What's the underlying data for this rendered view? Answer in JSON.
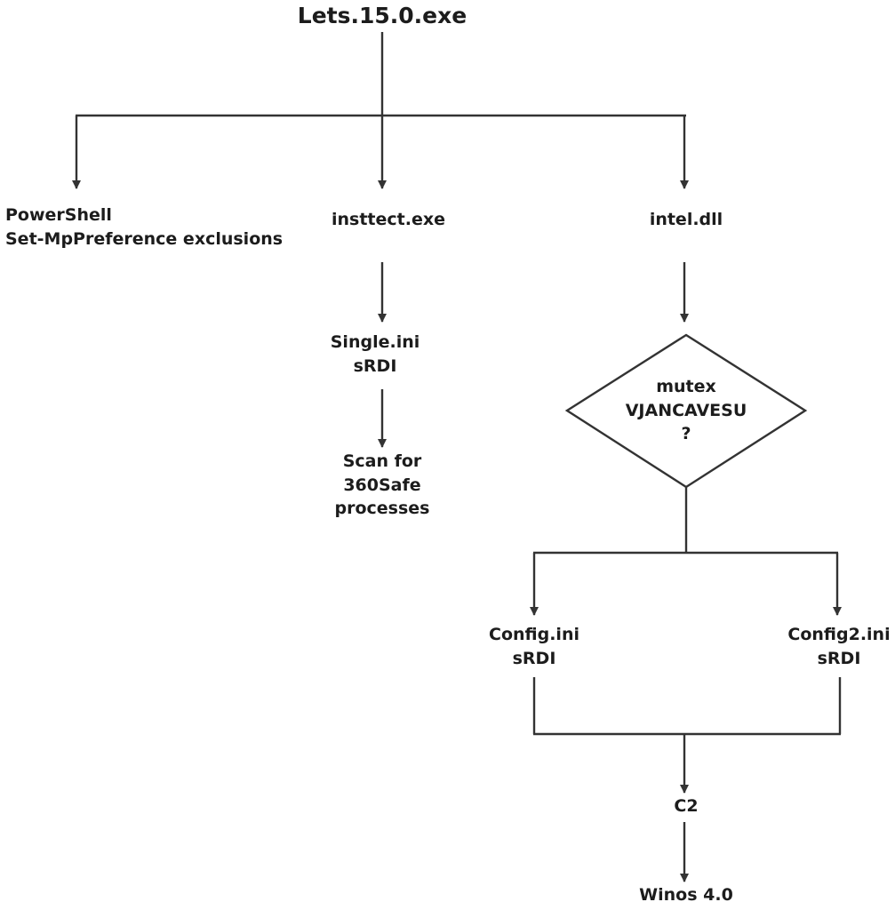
{
  "title": "Lets.15.0.exe",
  "nodes": {
    "powershell": [
      "PowerShell",
      "Set-MpPreference exclusions"
    ],
    "insttect": [
      "insttect.exe"
    ],
    "intel": [
      "intel.dll"
    ],
    "single": [
      "Single.ini",
      "sRDI"
    ],
    "scan": [
      "Scan for",
      "360Safe",
      "processes"
    ],
    "mutex": [
      "mutex",
      "VJANCAVESU",
      "?"
    ],
    "config": [
      "Config.ini",
      "sRDI"
    ],
    "config2": [
      "Config2.ini",
      "sRDI"
    ],
    "c2": [
      "C2"
    ],
    "winos": [
      "Winos 4.0"
    ]
  },
  "colors": {
    "line": "#333333",
    "text": "#1c1c1c",
    "background": "#ffffff"
  }
}
